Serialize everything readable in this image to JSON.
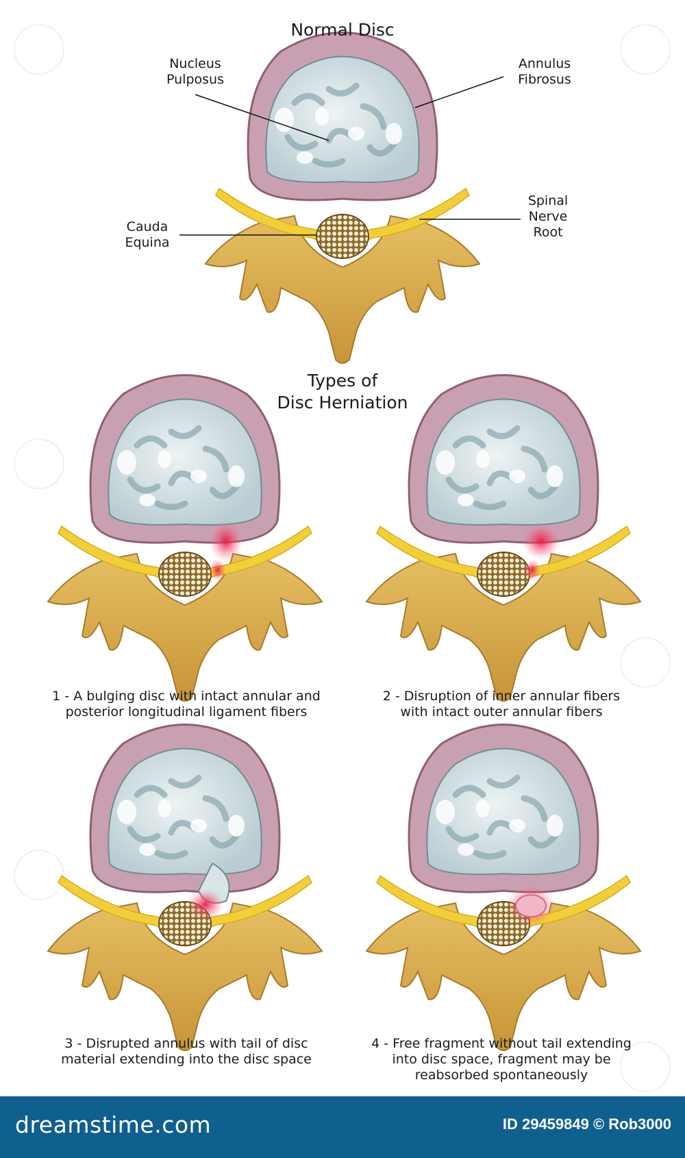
{
  "normal": {
    "title": "Normal Disc",
    "labels": {
      "nucleus": "Nucleus\nPulposus",
      "annulus": "Annulus\nFibrosus",
      "cauda": "Cauda\nEquina",
      "root": "Spinal\nNerve\nRoot"
    }
  },
  "types": {
    "title": "Types of\nDisc Herniation",
    "captions": [
      "1 - A bulging disc with intact annular and\nposterior longitudinal ligament fibers",
      "2 - Disruption of inner annular fibers\nwith intact outer annular fibers",
      "3 - Disrupted annulus with tail of disc\nmaterial extending into the disc space",
      "4 - Free fragment without tail extending\ninto disc space, fragment may be\nreabsorbed  spontaneously"
    ]
  },
  "footer": {
    "logo": "dreamstime.com",
    "id_text": "ID 29459849 © Rob3000"
  },
  "colors": {
    "annulus": "#c9a0b2",
    "nucleus": "#d9e4e6",
    "nerve": "#f2cf3a",
    "bone": "#d4a84a",
    "herniation": "#ee4a6a",
    "footer": "#0f5f8f"
  }
}
